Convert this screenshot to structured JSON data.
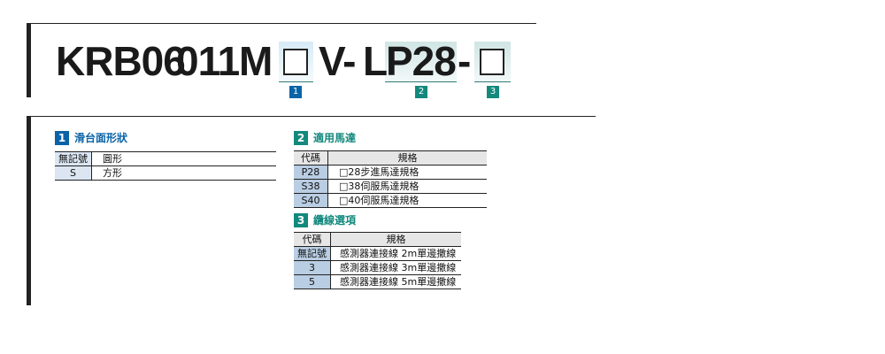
{
  "model": {
    "p1": "KRB06",
    "p2": "011",
    "p3": "M",
    "p4": "V-",
    "p5": "L",
    "p6": "P28",
    "p7": "-",
    "badges": [
      "1",
      "2",
      "3"
    ]
  },
  "colors": {
    "blue": "#0b63a7",
    "teal": "#13897d"
  },
  "s1": {
    "num": "1",
    "title": "滑台面形狀",
    "rows": [
      [
        "無記號",
        "圓形"
      ],
      [
        "S",
        "方形"
      ]
    ]
  },
  "s2": {
    "num": "2",
    "title": "適用馬達",
    "header": [
      "代碼",
      "規格"
    ],
    "rows": [
      [
        "P28",
        "□28步進馬達規格"
      ],
      [
        "S38",
        "□38伺服馬達規格"
      ],
      [
        "S40",
        "□40伺服馬達規格"
      ]
    ]
  },
  "s3": {
    "num": "3",
    "title": "纜線選項",
    "header": [
      "代碼",
      "規格"
    ],
    "rows": [
      [
        "無記號",
        "感測器連接線 2m單邊撒線"
      ],
      [
        "3",
        "感測器連接線 3m單邊撒線"
      ],
      [
        "5",
        "感測器連接線 5m單邊撒線"
      ]
    ]
  }
}
